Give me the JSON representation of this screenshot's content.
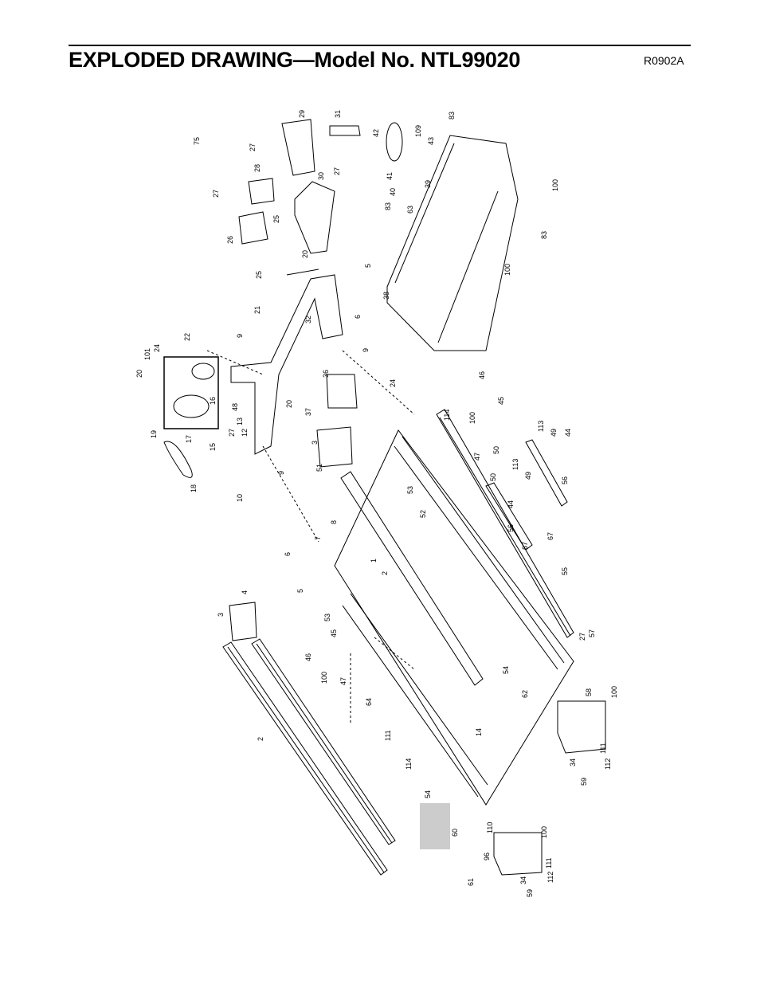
{
  "header": {
    "title": "EXPLODED DRAWING—Model No. NTL99020",
    "code": "R0902A"
  },
  "part_labels": [
    "75",
    "27",
    "29",
    "31",
    "42",
    "109",
    "43",
    "83",
    "28",
    "27",
    "30",
    "27",
    "41",
    "40",
    "39",
    "83",
    "63",
    "25",
    "26",
    "25",
    "20",
    "100",
    "83",
    "5",
    "21",
    "32",
    "6",
    "22",
    "101",
    "24",
    "20",
    "9",
    "9",
    "36",
    "24",
    "19",
    "17",
    "16",
    "48",
    "15",
    "27",
    "12",
    "13",
    "20",
    "37",
    "46",
    "45",
    "114",
    "100",
    "3",
    "51",
    "9",
    "18",
    "10",
    "113",
    "49",
    "44",
    "47",
    "50",
    "53",
    "52",
    "50",
    "113",
    "49",
    "44",
    "56",
    "8",
    "7",
    "6",
    "56",
    "67",
    "67",
    "55",
    "1",
    "2",
    "5",
    "4",
    "3",
    "53",
    "45",
    "46",
    "100",
    "47",
    "54",
    "27",
    "57",
    "62",
    "58",
    "100",
    "2",
    "64",
    "111",
    "14",
    "34",
    "111",
    "112",
    "59",
    "114",
    "54",
    "60",
    "110",
    "100",
    "96",
    "111",
    "34",
    "112",
    "61",
    "59",
    "100",
    "38"
  ]
}
